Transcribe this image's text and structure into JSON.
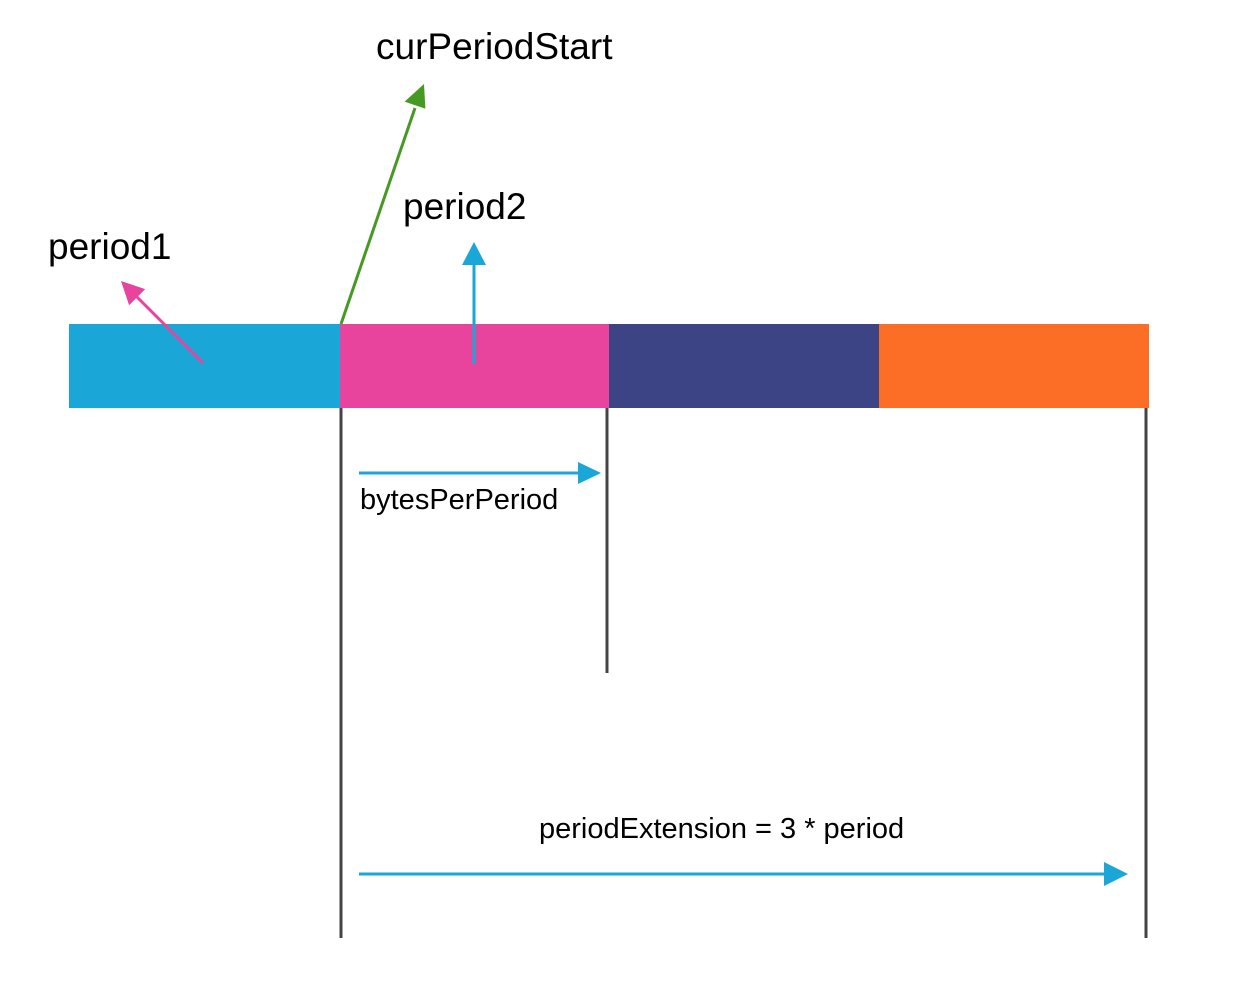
{
  "colors": {
    "segment_1": "#1aa6d6",
    "segment_2": "#e9449d",
    "segment_3": "#3c4486",
    "segment_4": "#fc6d26",
    "arrow_cur_period_start": "#469a23",
    "arrow_period1": "#e9449d",
    "arrow_blue": "#1aa6d6",
    "divider": "#444444",
    "text": "#000000"
  },
  "labels": {
    "cur_period_start": "curPeriodStart",
    "period1": "period1",
    "period2": "period2",
    "bytes_per_period": "bytesPerPeriod",
    "period_extension": "periodExtension = 3 * period"
  }
}
